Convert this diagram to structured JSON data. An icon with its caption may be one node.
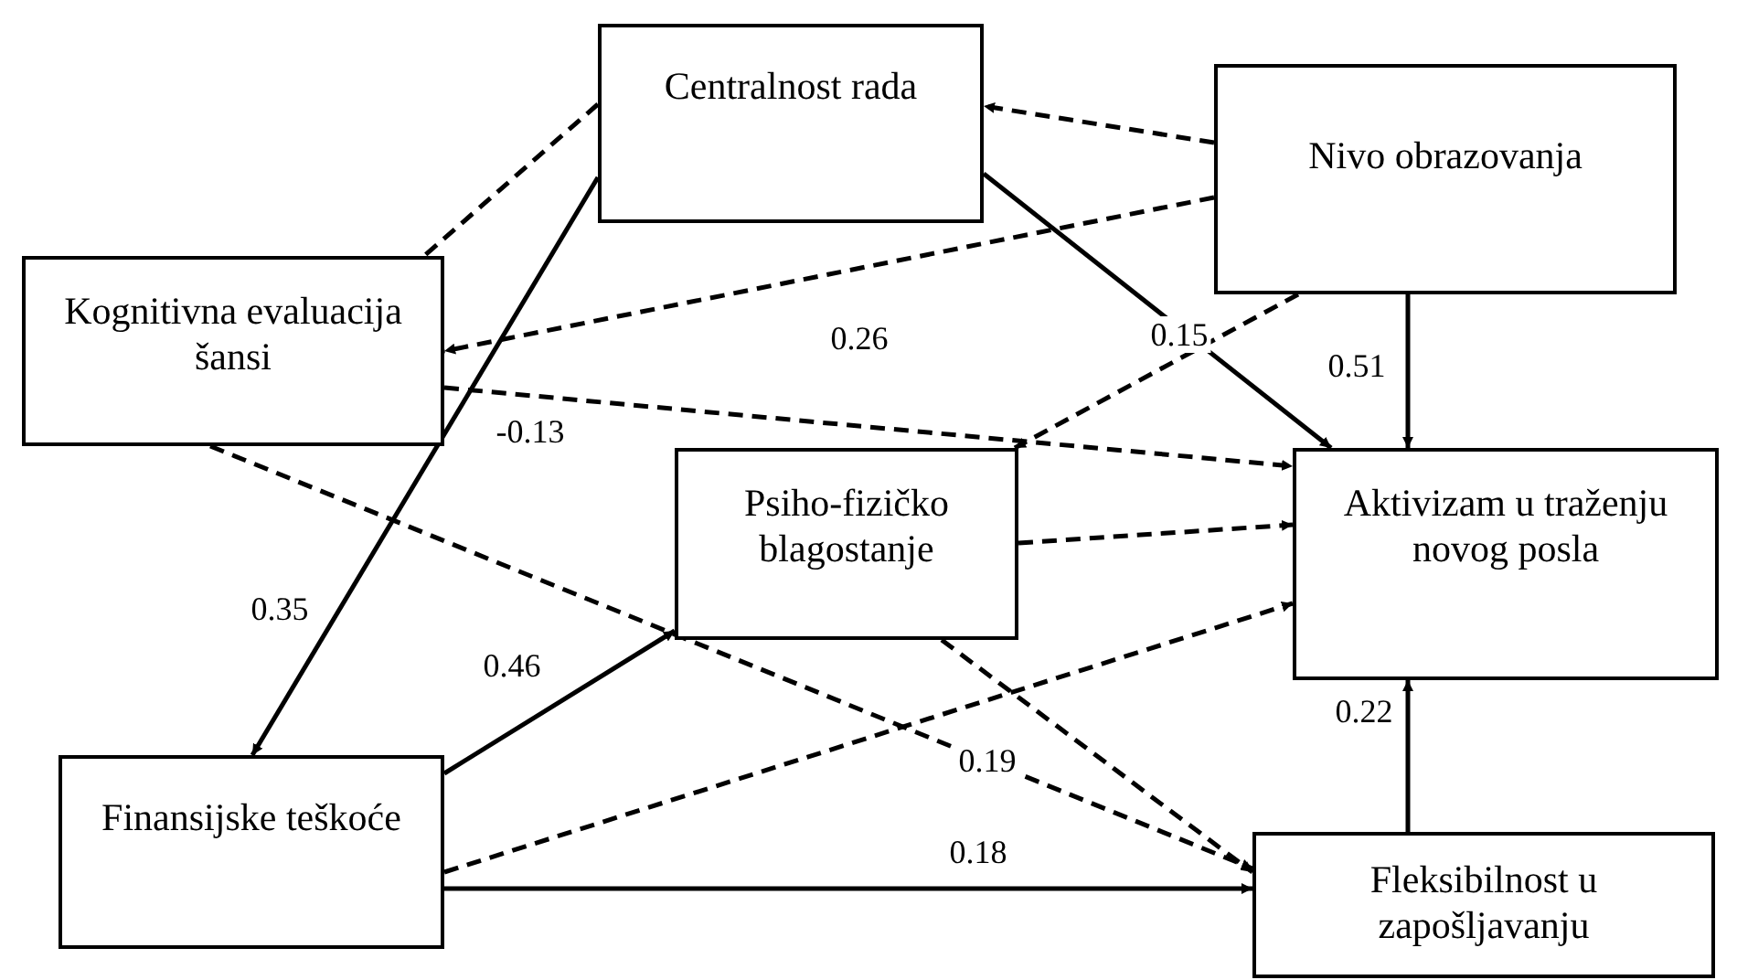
{
  "diagram": {
    "nodes": [
      {
        "text": [
          "Centralnost rada"
        ]
      },
      {
        "text": [
          "Nivo obrazovanja"
        ]
      },
      {
        "text": [
          "Kognitivna evaluacija šansi"
        ]
      },
      {
        "text": [
          "Psiho-fizičko blagostanje"
        ]
      },
      {
        "text": [
          "Aktivizam u traženju novog posla"
        ]
      },
      {
        "text": [
          "Finansijske teškoće"
        ]
      },
      {
        "text": [
          "Fleksibilnost u zapošljavanju"
        ]
      }
    ],
    "edges": [
      {
        "from": 1,
        "to": 0,
        "arrow": "to",
        "style": "dashed"
      },
      {
        "from": 0,
        "to": 2,
        "arrow": "none",
        "style": "dashed"
      },
      {
        "from": 1,
        "to": 2,
        "arrow": "to",
        "style": "dashed"
      },
      {
        "from": 0,
        "to": 5,
        "arrow": "to",
        "label": "0.35"
      },
      {
        "from": 0,
        "to": 4,
        "arrow": "to"
      },
      {
        "from": 1,
        "to": 3,
        "arrow": "to",
        "style": "dashed"
      },
      {
        "from": 1,
        "to": 4,
        "arrow": "to",
        "label": "0.51"
      },
      {
        "from": 2,
        "to": 4,
        "arrow": "to",
        "style": "dashed"
      },
      {
        "from": 2,
        "to": 6,
        "arrow": "to",
        "style": "dashed"
      },
      {
        "from": 3,
        "to": 4,
        "arrow": "to",
        "style": "dashed"
      },
      {
        "from": 5,
        "to": 3,
        "arrow": "to",
        "label": "0.46"
      },
      {
        "from": 5,
        "to": 4,
        "arrow": "to",
        "style": "dashed"
      },
      {
        "from": 3,
        "to": 6,
        "arrow": "to",
        "style": "dashed",
        "label": "0.19"
      },
      {
        "from": 5,
        "to": 6,
        "arrow": "to",
        "label": "0.18"
      },
      {
        "from": 6,
        "to": 4,
        "arrow": "to",
        "label": "0.22"
      }
    ],
    "labels": [
      "0.26",
      "0.15",
      "-0.13"
    ]
  }
}
